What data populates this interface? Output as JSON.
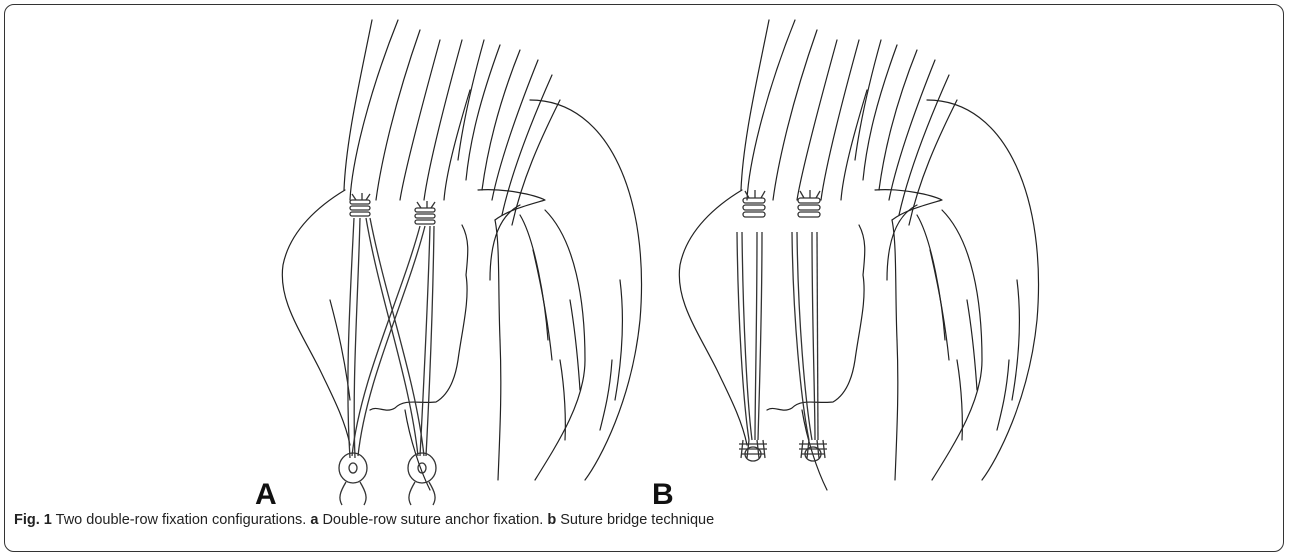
{
  "panels": [
    {
      "id": "A",
      "label": "A"
    },
    {
      "id": "B",
      "label": "B"
    }
  ],
  "caption": {
    "fig_label": "Fig. 1",
    "text": " Two double-row fixation configurations. ",
    "a_label": "a",
    "a_text": " Double-row suture anchor fixation. ",
    "b_label": "b",
    "b_text": " Suture bridge technique"
  },
  "colors": {
    "line": "#222222",
    "frame": "#333333"
  }
}
